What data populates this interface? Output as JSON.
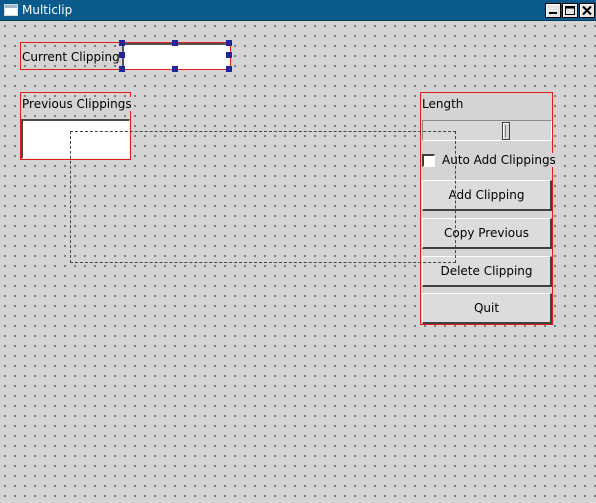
{
  "window": {
    "title": "Multiclip"
  },
  "titlebar_buttons": [
    {
      "icon": "minimize-icon"
    },
    {
      "icon": "maximize-icon"
    },
    {
      "icon": "close-icon"
    }
  ],
  "current_clipping": {
    "label": "Current Clipping",
    "value": ""
  },
  "previous_clippings": {
    "label": "Previous Clippings",
    "items": []
  },
  "length": {
    "label": "Length",
    "slider_position": 0.66
  },
  "auto_add": {
    "label": "Auto Add Clippings",
    "checked": false
  },
  "buttons": {
    "add_clipping": "Add Clipping",
    "copy_previous": "Copy Previous",
    "delete_clipping": "Delete Clipping",
    "quit": "Quit"
  },
  "colors": {
    "titlebar": "#0a5a8c",
    "frame_red": "#e01b1b",
    "selection_handle": "#23239a",
    "background": "#d4d4d4"
  }
}
